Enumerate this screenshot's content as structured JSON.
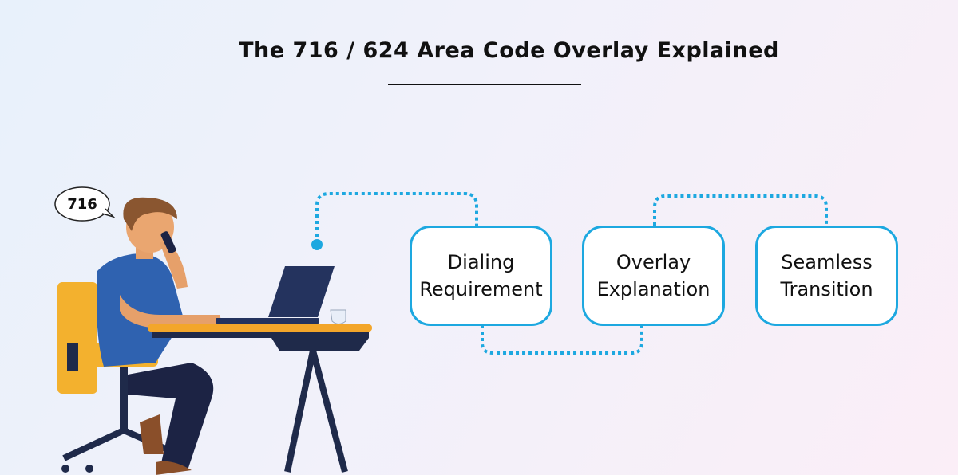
{
  "title": "The 716 / 624 Area Code Overlay Explained",
  "speech_bubble": "716",
  "steps": [
    {
      "line1": "Dialing",
      "line2": "Requirement"
    },
    {
      "line1": "Overlay",
      "line2": "Explanation"
    },
    {
      "line1": "Seamless",
      "line2": "Transition"
    }
  ],
  "colors": {
    "accent": "#1da8e0",
    "shirt": "#2f62b0",
    "chair": "#f3b12e",
    "desk": "#f3a62a",
    "dark": "#1f2a4a"
  }
}
